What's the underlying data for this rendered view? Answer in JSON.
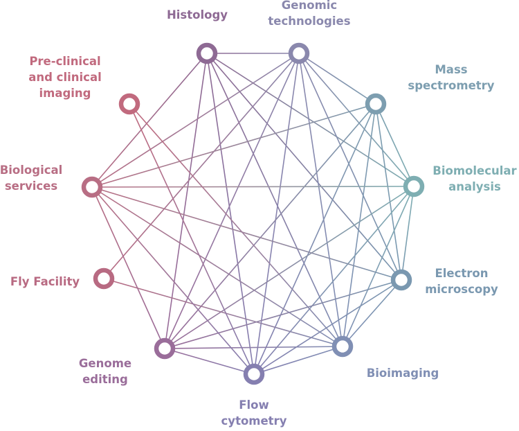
{
  "nodes": [
    {
      "id": "histology",
      "label_lines": [
        "Histology"
      ],
      "color": "#8e6a94"
    },
    {
      "id": "genomic-technologies",
      "label_lines": [
        "Genomic",
        "technologies"
      ],
      "color": "#8a88ad"
    },
    {
      "id": "mass-spectrometry",
      "label_lines": [
        "Mass",
        "spectrometry"
      ],
      "color": "#7d9eb0"
    },
    {
      "id": "biomolecular-analysis",
      "label_lines": [
        "Biomolecular",
        "analysis"
      ],
      "color": "#7eaeb2"
    },
    {
      "id": "electron-microscopy",
      "label_lines": [
        "Electron",
        "microscopy"
      ],
      "color": "#7a98b0"
    },
    {
      "id": "bioimaging",
      "label_lines": [
        "Bioimaging"
      ],
      "color": "#808fb4"
    },
    {
      "id": "flow-cytometry",
      "label_lines": [
        "Flow",
        "cytometry"
      ],
      "color": "#857fb0"
    },
    {
      "id": "genome-editing",
      "label_lines": [
        "Genome",
        "editing"
      ],
      "color": "#9a6d9a"
    },
    {
      "id": "fly-facility",
      "label_lines": [
        "Fly Facility"
      ],
      "color": "#b86a82"
    },
    {
      "id": "biological-services",
      "label_lines": [
        "Biological",
        "services"
      ],
      "color": "#b86e84"
    },
    {
      "id": "pre-clinical-imaging",
      "label_lines": [
        "Pre-clinical",
        "and clinical",
        "imaging"
      ],
      "color": "#c16a7e"
    }
  ],
  "edges": [
    [
      "histology",
      "genomic-technologies"
    ],
    [
      "histology",
      "biomolecular-analysis"
    ],
    [
      "histology",
      "electron-microscopy"
    ],
    [
      "histology",
      "bioimaging"
    ],
    [
      "histology",
      "flow-cytometry"
    ],
    [
      "histology",
      "genome-editing"
    ],
    [
      "histology",
      "biological-services"
    ],
    [
      "genomic-technologies",
      "mass-spectrometry"
    ],
    [
      "genomic-technologies",
      "biomolecular-analysis"
    ],
    [
      "genomic-technologies",
      "electron-microscopy"
    ],
    [
      "genomic-technologies",
      "bioimaging"
    ],
    [
      "genomic-technologies",
      "flow-cytometry"
    ],
    [
      "genomic-technologies",
      "genome-editing"
    ],
    [
      "genomic-technologies",
      "fly-facility"
    ],
    [
      "genomic-technologies",
      "biological-services"
    ],
    [
      "mass-spectrometry",
      "biomolecular-analysis"
    ],
    [
      "mass-spectrometry",
      "electron-microscopy"
    ],
    [
      "mass-spectrometry",
      "bioimaging"
    ],
    [
      "mass-spectrometry",
      "flow-cytometry"
    ],
    [
      "mass-spectrometry",
      "genome-editing"
    ],
    [
      "mass-spectrometry",
      "biological-services"
    ],
    [
      "biomolecular-analysis",
      "electron-microscopy"
    ],
    [
      "biomolecular-analysis",
      "bioimaging"
    ],
    [
      "biomolecular-analysis",
      "flow-cytometry"
    ],
    [
      "biomolecular-analysis",
      "genome-editing"
    ],
    [
      "biomolecular-analysis",
      "biological-services"
    ],
    [
      "electron-microscopy",
      "bioimaging"
    ],
    [
      "electron-microscopy",
      "flow-cytometry"
    ],
    [
      "electron-microscopy",
      "genome-editing"
    ],
    [
      "electron-microscopy",
      "biological-services"
    ],
    [
      "bioimaging",
      "flow-cytometry"
    ],
    [
      "bioimaging",
      "genome-editing"
    ],
    [
      "bioimaging",
      "fly-facility"
    ],
    [
      "bioimaging",
      "biological-services"
    ],
    [
      "bioimaging",
      "pre-clinical-imaging"
    ],
    [
      "flow-cytometry",
      "genome-editing"
    ],
    [
      "flow-cytometry",
      "biological-services"
    ],
    [
      "flow-cytometry",
      "pre-clinical-imaging"
    ],
    [
      "genome-editing",
      "biological-services"
    ]
  ]
}
